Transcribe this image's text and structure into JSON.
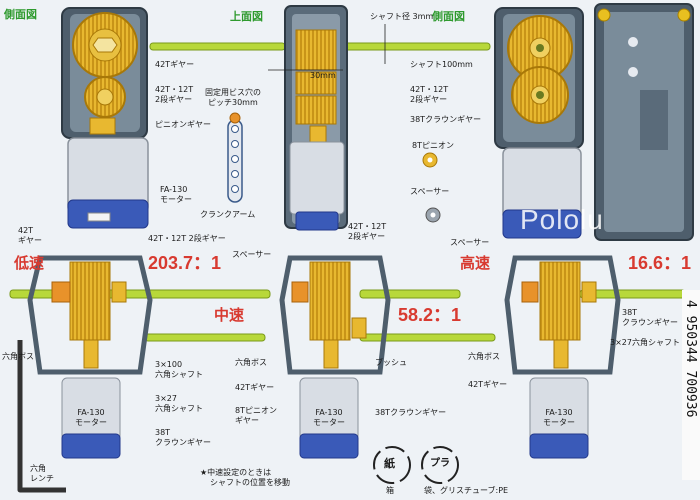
{
  "views": {
    "side_left": "側面図",
    "top": "上面図",
    "side_right": "側面図"
  },
  "shaft": {
    "diameter": "シャフト径 3mm",
    "length": "シャフト100mm",
    "span_30mm": "30mm"
  },
  "labels": {
    "gear_42t": "42Tギヤー",
    "gear_42t_12t_line1": "42T・12T",
    "gear_42t_12t_line2": "2段ギヤー",
    "pinion_gear": "ピニオンギヤー",
    "fa130_line1": "FA-130",
    "fa130_line2": "モーター",
    "screw_pitch_line1": "固定用ビス穴の",
    "screw_pitch_line2": "ピッチ30mm",
    "crank_arm": "クランクアーム",
    "r_42t_12t_line1": "42T・12T",
    "r_42t_12t_line2": "2段ギヤー",
    "crown_38t": "38Tクラウンギヤー",
    "pinion_8t": "8Tピニオン",
    "spacer": "スペーサー",
    "center_42t_12t_line1": "42T・12T",
    "center_42t_12t_line2": "2段ギヤー",
    "left_42t_line1": "42T",
    "left_42t_line2": "ギヤー",
    "bottom_42t_12t_2stage": "42T・12T 2段ギヤー",
    "spacer_mid": "スペーサー",
    "spacer_right": "スペーサー",
    "crown_38t_right_line1": "38T",
    "crown_38t_right_line2": "クラウンギヤー",
    "hex_shaft_3x27_right": "3×27六角シャフト",
    "hex_boss_left": "六角ボス",
    "hex_boss_mid": "六角ボス",
    "bush": "ブッシュ",
    "shaft_3x100_line1": "3×100",
    "shaft_3x100_line2": "六角シャフト",
    "shaft_3x27_line1": "3×27",
    "shaft_3x27_line2": "六角シャフト",
    "crown_38t_left_line1": "38T",
    "crown_38t_left_line2": "クラウンギヤー",
    "gear_42t_mid": "42Tギヤー",
    "pinion_8t_mid_line1": "8Tピニオン",
    "pinion_8t_mid_line2": "ギヤー",
    "crown_38t_mid": "38Tクラウンギヤー",
    "gear_42t_right": "42Tギヤー",
    "hex_boss_right": "六角ボス",
    "hex_wrench_line1": "六角",
    "hex_wrench_line2": "レンチ",
    "note_line1": "★中速設定のときは",
    "note_line2": "シャフトの位置を移動",
    "recycle_paper": "紙",
    "recycle_plastic": "プラ",
    "box": "箱",
    "bag_material": "袋、グリスチューブ:PE"
  },
  "speeds": [
    {
      "name": "低速",
      "ratio": "203.7：1"
    },
    {
      "name": "中速",
      "ratio": "58.2：1"
    },
    {
      "name": "高速",
      "ratio": "16.6：1"
    }
  ],
  "motors": [
    {
      "line1": "FA-130",
      "line2": "モーター"
    },
    {
      "line1": "FA-130",
      "line2": "モーター"
    },
    {
      "line1": "FA-130",
      "line2": "モーター"
    }
  ],
  "barcode": "4 950344 700936",
  "watermark": "Pololu",
  "colors": {
    "gear": "#e8b830",
    "gear_dark": "#c08a10",
    "housing": "#5a6b7a",
    "shaft": "#b8d83a",
    "motor_body": "#d8dde4",
    "motor_end": "#3a5ab8",
    "crown": "#e8922a",
    "background": "#eef2f6"
  }
}
